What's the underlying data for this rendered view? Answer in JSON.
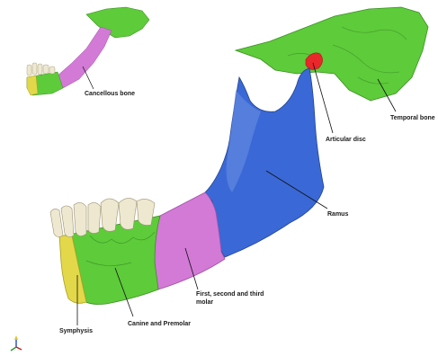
{
  "labels": {
    "cancellous_bone": "Cancellous bone",
    "temporal_bone": "Temporal bone",
    "articular_disc": "Articular disc",
    "ramus": "Ramus",
    "molar_line1": "First, second and third",
    "molar_line2": "molar",
    "canine_premolar": "Canine and Premolar",
    "symphysis": "Symphysis"
  },
  "colors": {
    "bone_green": "#5ecb3a",
    "ramus_blue": "#3a68d6",
    "molar_violet": "#d27ad6",
    "symphysis_yellow": "#e3d84a",
    "disc_red": "#e8282a",
    "tooth_ivory": "#ede8cf"
  },
  "icons": [
    "axis-triad-icon"
  ]
}
